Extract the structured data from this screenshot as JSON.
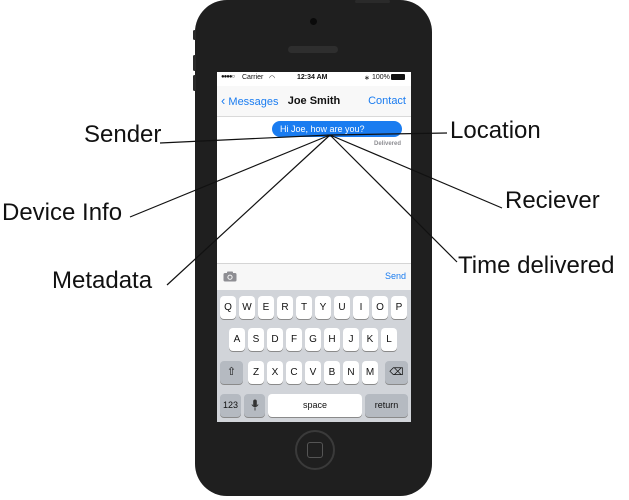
{
  "phone": {
    "status_bar": {
      "carrier": "Carrier",
      "time": "12:34 AM",
      "battery": "100%"
    },
    "nav": {
      "back_label": "Messages",
      "title": "Joe Smith",
      "contact_label": "Contact"
    },
    "message": {
      "text": "Hi Joe, how are you?",
      "status": "Delivered"
    },
    "input_bar": {
      "send_label": "Send",
      "camera_icon": "camera-icon"
    },
    "keyboard": {
      "row1": [
        "Q",
        "W",
        "E",
        "R",
        "T",
        "Y",
        "U",
        "I",
        "O",
        "P"
      ],
      "row2": [
        "A",
        "S",
        "D",
        "F",
        "G",
        "H",
        "J",
        "K",
        "L"
      ],
      "row3": [
        "Z",
        "X",
        "C",
        "V",
        "B",
        "N",
        "M"
      ],
      "shift_icon": "shift-icon",
      "delete_icon": "delete-icon",
      "mic_icon": "mic-icon",
      "num_label": "123",
      "space_label": "space",
      "return_label": "return"
    }
  },
  "annotations": {
    "sender": "Sender",
    "location": "Location",
    "device_info": "Device Info",
    "receiver": "Reciever",
    "metadata": "Metadata",
    "time_delivered": "Time delivered"
  }
}
